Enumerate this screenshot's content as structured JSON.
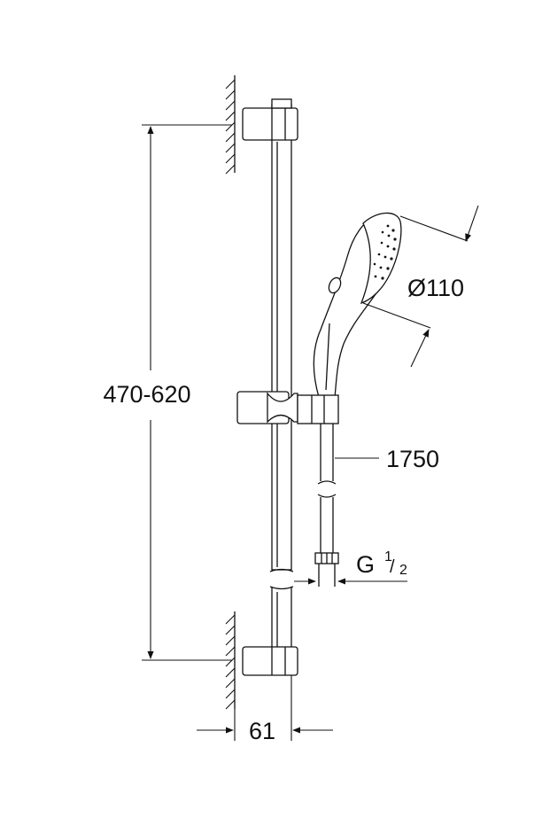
{
  "drawing": {
    "type": "technical-dimension-drawing",
    "subject": "shower rail set with hand shower",
    "line_color": "#111111",
    "background": "#ffffff"
  },
  "dimensions": {
    "rail_height": "470-620",
    "handshower_diameter": "Ø110",
    "hose_length": "1750",
    "connection_thread": "G",
    "thread_fraction_num": "1",
    "thread_fraction_den": "2",
    "wall_offset": "61"
  }
}
